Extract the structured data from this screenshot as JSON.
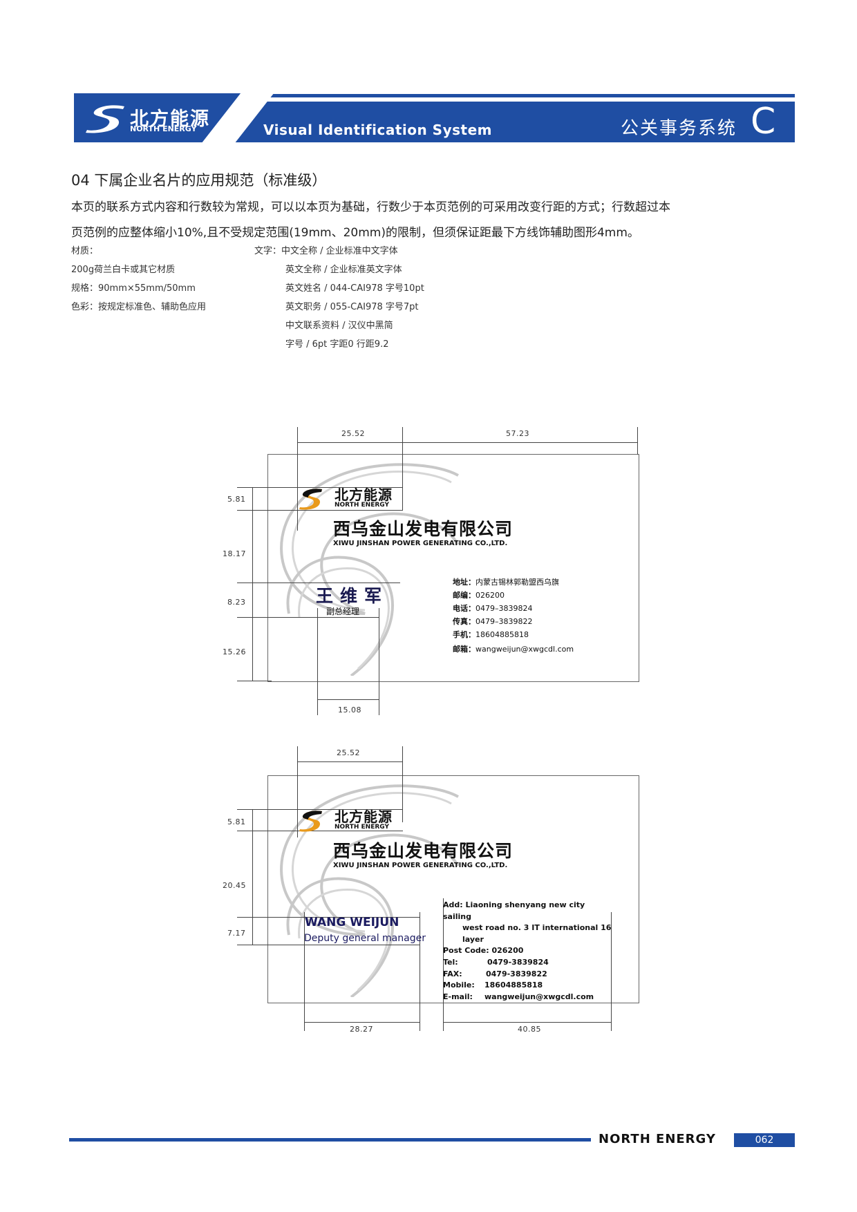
{
  "header": {
    "logo_cn": "北方能源",
    "logo_en": "NORTH ENERGY",
    "vis": "Visual Identification System",
    "section_cn": "公关事务系统",
    "section_letter": "C",
    "brand_color": "#1f4ea3"
  },
  "content": {
    "title": "04 下属企业名片的应用规范（标准级）",
    "desc_line1": "本页的联系方式内容和行数较为常规，可以以本页为基础，行数少于本页范例的可采用改变行距的方式；行数超过本",
    "desc_line2": "页范例的应整体缩小10%,且不受规定范围(19mm、20mm)的限制，但须保证距最下方线饰辅助图形4mm。",
    "specs_left": [
      "材质：",
      "200g荷兰白卡或其它材质",
      "规格：90mm×55mm/50mm",
      "色彩：按规定标准色、辅助色应用"
    ],
    "specs_right": [
      "文字：中文全称 / 企业标准中文字体",
      "英文全称 / 企业标准英文字体",
      "英文姓名 / 044-CAI978 字号10pt",
      "英文职务 / 055-CAI978 字号7pt",
      "中文联系资料 / 汉仪中黑简",
      "字号 / 6pt  字距0 行距9.2"
    ]
  },
  "card1": {
    "dims": {
      "top_a": "25.52",
      "top_b": "57.23",
      "left_1": "5.81",
      "left_2": "18.17",
      "left_3": "8.23",
      "left_4": "15.26",
      "bottom": "15.08"
    },
    "logo_cn": "北方能源",
    "logo_en": "NORTH ENERGY",
    "company_cn": "西乌金山发电有限公司",
    "company_en": "XIWU JINSHAN POWER GENERATING CO.,LTD.",
    "name": "王维军",
    "title": "副总经理",
    "contacts": [
      {
        "label": "地址：",
        "value": "内蒙古锡林郭勒盟西乌旗"
      },
      {
        "label": "邮编：",
        "value": "026200"
      },
      {
        "label": "电话：",
        "value": "0479–3839824"
      },
      {
        "label": "传真：",
        "value": "0479–3839822"
      },
      {
        "label": "手机：",
        "value": "18604885818"
      },
      {
        "label": "邮箱：",
        "value": "wangweijun@xwgcdl.com"
      }
    ]
  },
  "card2": {
    "dims": {
      "top_a": "25.52",
      "left_1": "5.81",
      "left_2": "20.45",
      "left_3": "7.17",
      "bottom_a": "28.27",
      "bottom_b": "40.85"
    },
    "logo_cn": "北方能源",
    "logo_en": "NORTH ENERGY",
    "company_cn": "西乌金山发电有限公司",
    "company_en": "XIWU JINSHAN POWER GENERATING CO.,LTD.",
    "name": "WANG WEIJUN",
    "title": "Deputy general manager",
    "contacts": [
      {
        "label": "Add:",
        "value": "Liaoning shenyang new city sailing"
      },
      {
        "label": "",
        "value": "west road no. 3 IT international 16 layer"
      },
      {
        "label": "Post Code:",
        "value": "026200"
      },
      {
        "label": "Tel:",
        "value": "0479-3839824"
      },
      {
        "label": "FAX:",
        "value": "0479-3839822"
      },
      {
        "label": "Mobile:",
        "value": "18604885818"
      },
      {
        "label": "E-mail:",
        "value": "wangweijun@xwgcdl.com"
      }
    ]
  },
  "footer": {
    "brand": "NORTH ENERGY",
    "page": "062"
  }
}
